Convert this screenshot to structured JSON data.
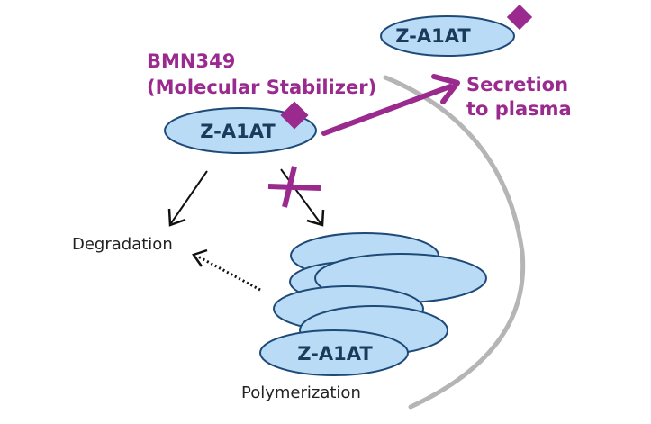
{
  "colors": {
    "molecule_fill": "#b9dbf6",
    "molecule_stroke": "#1e4a78",
    "molecule_text": "#1b3a5c",
    "accent_purple": "#9b2a8e",
    "arrow_black": "#111111",
    "membrane_gray": "#b5b5b5"
  },
  "labels": {
    "drug_name": "BMN349",
    "drug_role": "(Molecular Stabilizer)",
    "molecule": "Z-A1AT",
    "secretion_line1": "Secretion",
    "secretion_line2": "to plasma",
    "degradation": "Degradation",
    "polymerization": "Polymerization"
  },
  "nodes": [
    {
      "id": "stabilized-molecule",
      "label": "Z-A1AT",
      "bound_stabilizer": true
    },
    {
      "id": "secreted-molecule",
      "label": "Z-A1AT",
      "bound_stabilizer": true
    },
    {
      "id": "polymer-stack",
      "label": "Z-A1AT",
      "unit_count": 6
    }
  ],
  "edges": [
    {
      "from": "stabilized-molecule",
      "to": "secreted-molecule",
      "label": "Secretion to plasma",
      "style": "solid-purple"
    },
    {
      "from": "stabilized-molecule",
      "to": "degradation",
      "style": "solid-black"
    },
    {
      "from": "stabilized-molecule",
      "to": "polymer-stack",
      "style": "solid-black",
      "blocked": true
    },
    {
      "from": "polymer-stack",
      "to": "degradation",
      "style": "dotted-black"
    }
  ]
}
